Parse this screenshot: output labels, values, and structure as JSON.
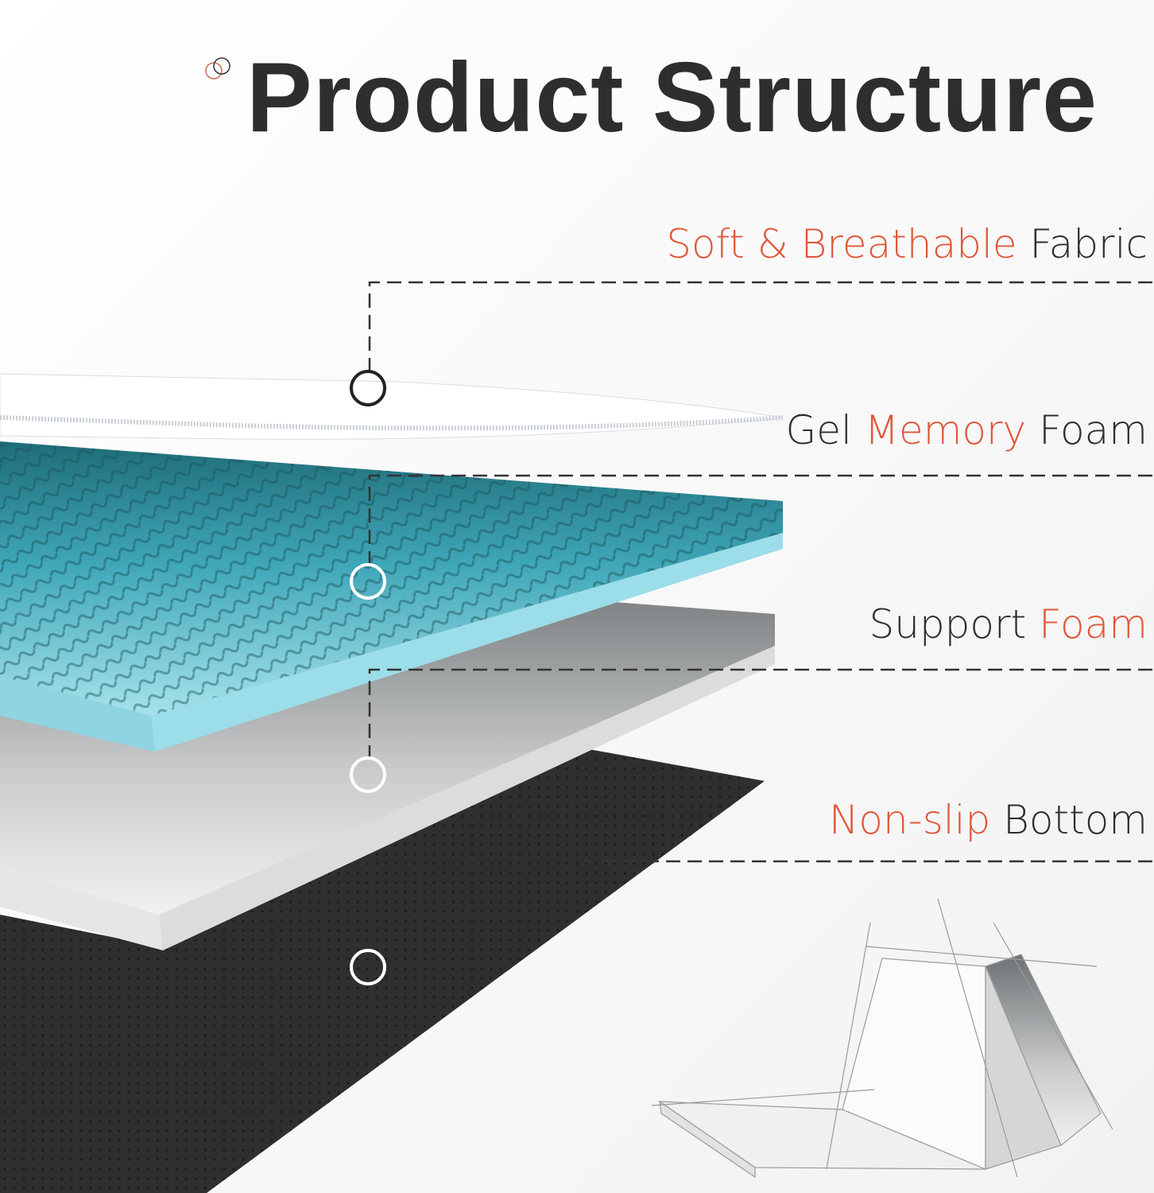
{
  "title": "Product Structure",
  "colors": {
    "accent": "#e0583a",
    "text": "#2e2e2e",
    "gel": "#5fc6d6",
    "mat": "#2f2f2f"
  },
  "layers": [
    {
      "accent_a": "Soft & Breathable",
      "plain_a": " Fabric",
      "accent_b": "",
      "plain_b": ""
    },
    {
      "accent_a": "",
      "plain_a": "Gel ",
      "accent_b": "Memory",
      "plain_b": " Foam"
    },
    {
      "accent_a": "",
      "plain_a": "Support ",
      "accent_b": "Foam",
      "plain_b": ""
    },
    {
      "accent_a": "Non-slip",
      "plain_a": " Bottom",
      "accent_b": "",
      "plain_b": ""
    }
  ]
}
